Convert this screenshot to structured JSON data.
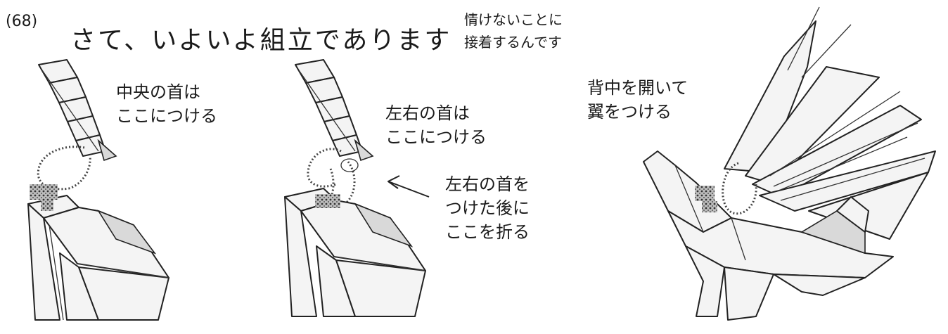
{
  "step_number": "(68)",
  "title": "さて、いよいよ組立であります",
  "note": [
    "情けないことに",
    "接着するんです"
  ],
  "panels": [
    {
      "label": [
        "中央の首は",
        "ここにつける"
      ]
    },
    {
      "label": [
        "左右の首は",
        "ここにつける"
      ],
      "arrow_label": [
        "左右の首を",
        "つけた後に",
        "ここを折る"
      ]
    },
    {
      "label": [
        "背中を開いて",
        "翼をつける"
      ]
    }
  ],
  "colors": {
    "ink": "#222222",
    "paper": "#f4f4f4",
    "shade": "#d9d9d9"
  }
}
